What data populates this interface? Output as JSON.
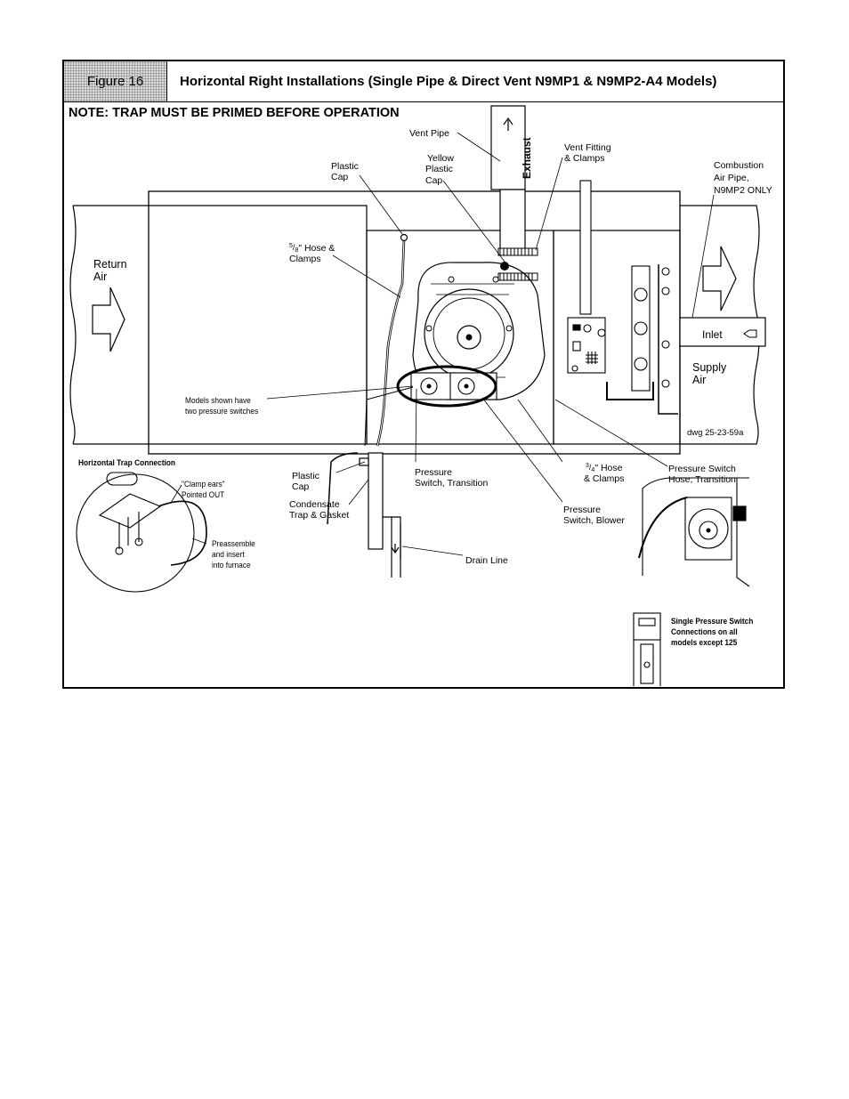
{
  "figure": {
    "badge": "Figure 16",
    "title": "Horizontal Right Installations (Single Pipe & Direct Vent N9MP1 & N9MP2-A4 Models)",
    "note": "NOTE: TRAP MUST BE PRIMED BEFORE OPERATION"
  },
  "labels": {
    "vent_pipe": "Vent Pipe",
    "exhaust": "Exhaust",
    "vent_fitting_1": "Vent Fitting",
    "vent_fitting_2": "& Clamps",
    "yellow_cap_1": "Yellow",
    "yellow_cap_2": "Plastic",
    "yellow_cap_3": "Cap",
    "plastic_cap_top_1": "Plastic",
    "plastic_cap_top_2": "Cap",
    "combustion_1": "Combustion",
    "combustion_2": "Air Pipe,",
    "combustion_3": "N9MP2 ONLY",
    "hose58_num": "5",
    "hose58_den": "8",
    "hose58_1": "\" Hose &",
    "hose58_2": "Clamps",
    "return_air_1": "Return",
    "return_air_2": "Air",
    "inlet": "Inlet",
    "supply_air_1": "Supply",
    "supply_air_2": "Air",
    "models_shown_1": "Models shown have",
    "models_shown_2": "two pressure switches",
    "dwg": "dwg 25-23-59a",
    "trap_connection_title": "Horizontal Trap Connection",
    "clamp_ears_1": "\"Clamp ears\"",
    "clamp_ears_2": "Pointed OUT",
    "preassemble_1": "Preassemble",
    "preassemble_2": "and insert",
    "preassemble_3": "into furnace",
    "plastic_cap_bottom_1": "Plastic",
    "plastic_cap_bottom_2": "Cap",
    "condensate_1": "Condensate",
    "condensate_2": "Trap & Gasket",
    "ps_transition_1": "Pressure",
    "ps_transition_2": "Switch, Transition",
    "hose34_num": "3",
    "hose34_den": "4",
    "hose34_1": "\" Hose",
    "hose34_2": "& Clamps",
    "ps_hose_1": "Pressure Switch",
    "ps_hose_2": "Hose, Transition",
    "ps_blower_1": "Pressure",
    "ps_blower_2": "Switch, Blower",
    "drain_line": "Drain Line",
    "single_ps_1": "Single Pressure Switch",
    "single_ps_2": "Connections on all",
    "single_ps_3": "models except 125"
  }
}
